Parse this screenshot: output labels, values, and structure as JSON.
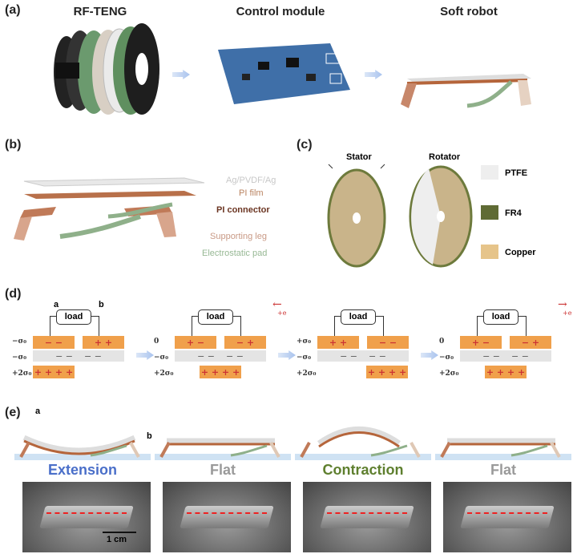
{
  "panel_a": {
    "label": "(a)",
    "titles": [
      "RF-TENG",
      "Control module",
      "Soft robot"
    ]
  },
  "panel_b": {
    "label": "(b)",
    "layers": [
      "Ag/PVDF/Ag",
      "PI film",
      "PI connector",
      "Supporting leg",
      "Electrostatic pad"
    ]
  },
  "panel_c": {
    "label": "(c)",
    "stator": "Stator",
    "rotator": "Rotator",
    "legend": [
      {
        "label": "PTFE",
        "color": "#eeeeee"
      },
      {
        "label": "FR4",
        "color": "#5f6b34"
      },
      {
        "label": "Copper",
        "color": "#e6c48a"
      }
    ]
  },
  "panel_d": {
    "label": "(d)",
    "load": "load",
    "node_a": "a",
    "node_b": "b",
    "electron": "+e",
    "states": [
      {
        "top_sigma": "−σ₀",
        "mid_sigma": "−σ₀",
        "bot_sigma": "+2σ₀",
        "left": "− −",
        "right": "+ +",
        "bottom_pos": "left",
        "arrow": ""
      },
      {
        "top_sigma": "0",
        "mid_sigma": "−σ₀",
        "bot_sigma": "+2σ₀",
        "left": "+ −",
        "right": "− +",
        "bottom_pos": "center",
        "arrow": "←"
      },
      {
        "top_sigma": "+σ₀",
        "mid_sigma": "−σ₀",
        "bot_sigma": "+2σ₀",
        "left": "+ +",
        "right": "− −",
        "bottom_pos": "right",
        "arrow": ""
      },
      {
        "top_sigma": "0",
        "mid_sigma": "−σ₀",
        "bot_sigma": "+2σ₀",
        "left": "+ −",
        "right": "− +",
        "bottom_pos": "center",
        "arrow": "→"
      }
    ]
  },
  "panel_e": {
    "label": "(e)",
    "a": "a",
    "b": "b",
    "states": [
      {
        "label": "Extension",
        "color": "#4a6fc9"
      },
      {
        "label": "Flat",
        "color": "#9a9a9a"
      },
      {
        "label": "Contraction",
        "color": "#5e7f2e"
      },
      {
        "label": "Flat",
        "color": "#9a9a9a"
      }
    ],
    "scale": "1 cm"
  }
}
